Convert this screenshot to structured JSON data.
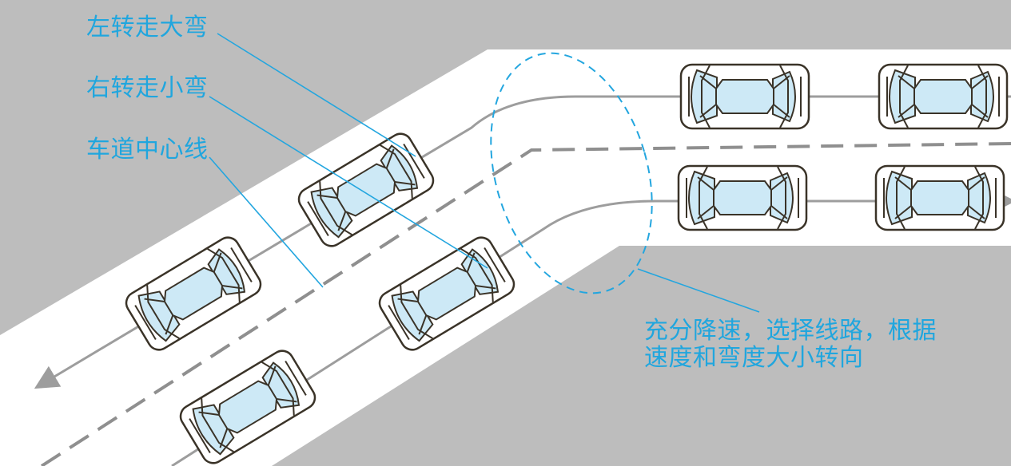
{
  "labels": {
    "left_turn": "左转走大弯",
    "right_turn": "右转走小弯",
    "center_line": "车道中心线",
    "note_line1": "充分降速，选择线路，根据",
    "note_line2": "速度和弯度大小转向"
  },
  "colors": {
    "background": "#bdbdbd",
    "road": "#ffffff",
    "accent": "#20a6de",
    "car_glass": "#cde9f6",
    "car_outline": "#3a3328",
    "path": "#9d9d9d",
    "center_line": "#8f8f8f"
  }
}
